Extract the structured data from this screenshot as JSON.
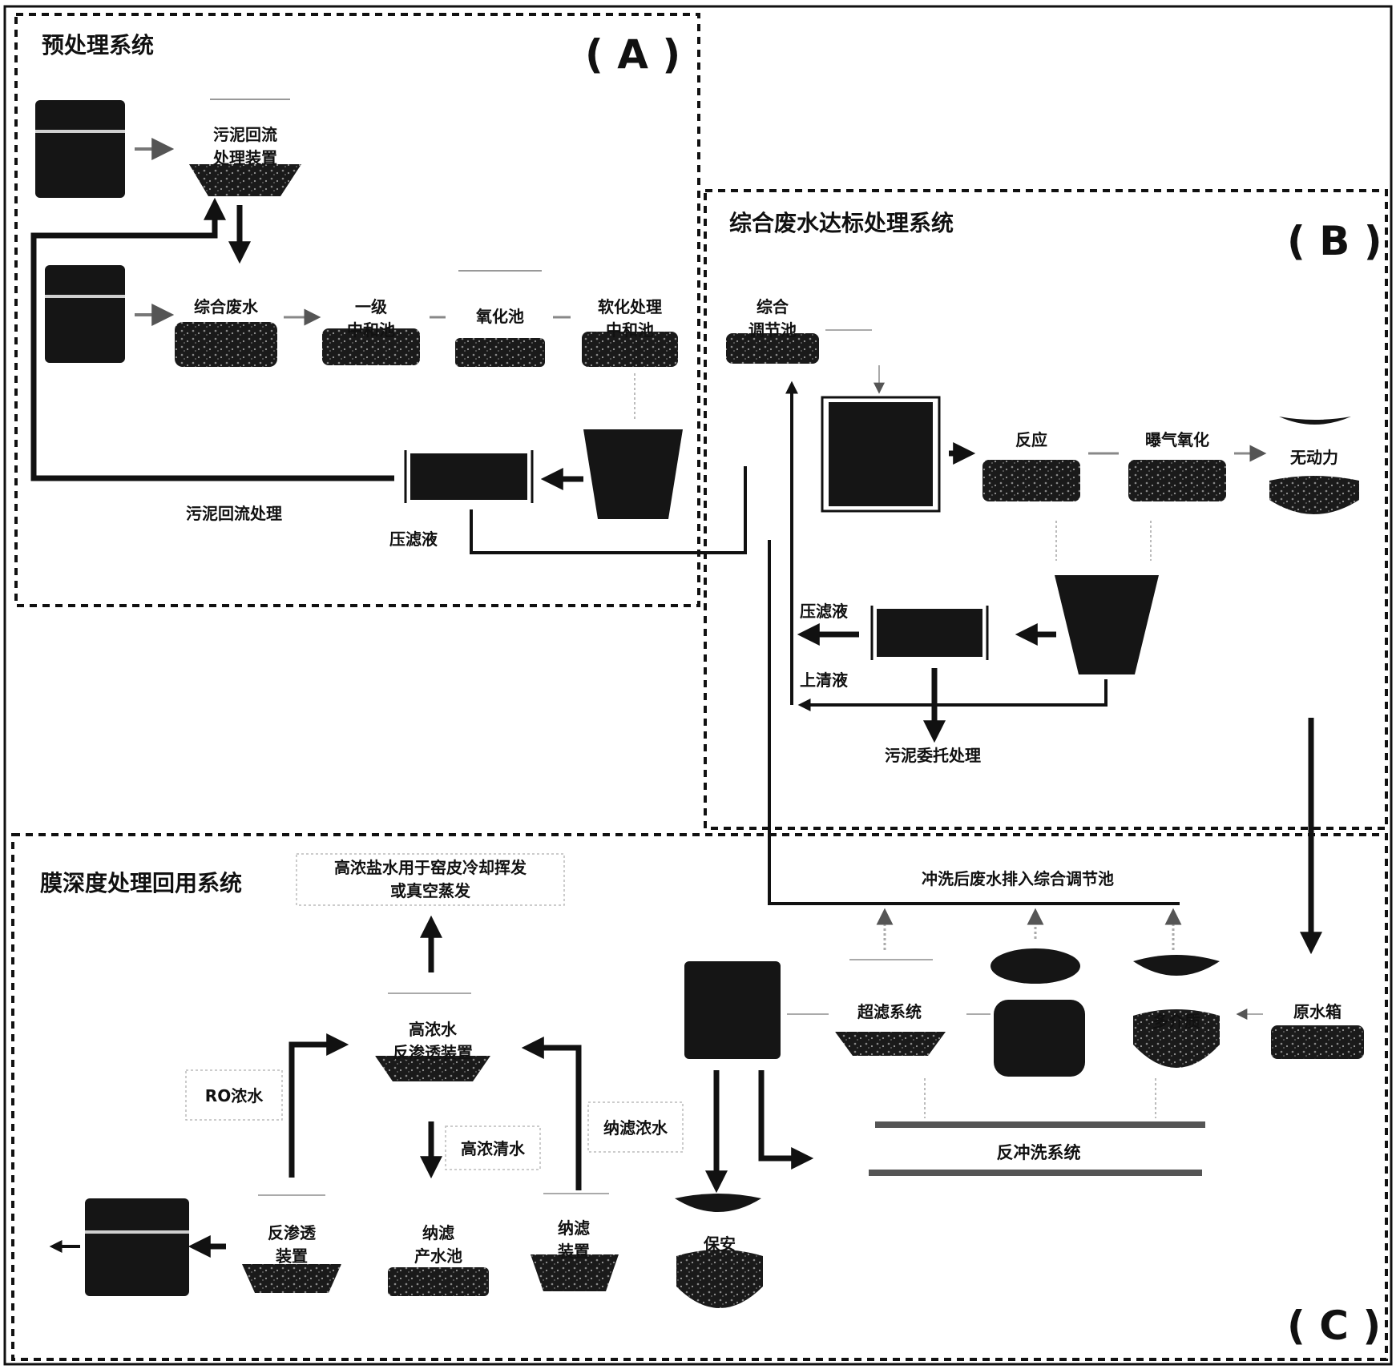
{
  "regions": {
    "a": {
      "title": "预处理系统",
      "tag": "( A )"
    },
    "b": {
      "title": "综合废水达标处理系统",
      "tag": "( B )"
    },
    "c": {
      "title": "膜深度处理回用系统",
      "tag": "( C )"
    }
  },
  "units_a": {
    "sludge_return_device_l1": "污泥回流",
    "sludge_return_device_l2": "处理装置",
    "wastewater_l1": "综合废水",
    "primary_neutral_l1": "一级",
    "primary_neutral_l2": "中和池",
    "oxidation_tank": "氧化池",
    "softening_l1": "软化处理",
    "softening_l2": "中和池"
  },
  "units_b": {
    "regulating_l1": "综合",
    "regulating_l2": "调节池",
    "reaction_l1": "反应",
    "aeration_l1": "曝气氧化",
    "unpowered_l1": "无动力"
  },
  "units_c": {
    "raw_water_tank": "原水箱",
    "multimedia": "多介质",
    "uf_system": "超滤系统",
    "backwash_system": "反冲洗系统",
    "security": "保安",
    "nf_device_l1": "纳滤",
    "nf_device_l2": "装置",
    "nf_product_l1": "纳滤",
    "nf_product_l2": "产水池",
    "ro_device_l1": "反渗透",
    "ro_device_l2": "装置",
    "hc_ro_l1": "高浓水",
    "hc_ro_l2": "反渗透装置"
  },
  "labels": {
    "sludge_return_treatment": "污泥回流处理",
    "filtrate_a": "压滤液",
    "filtrate_b": "压滤液",
    "supernatant": "上清液",
    "sludge_outsourced": "污泥委托处理",
    "flush_return": "冲洗后废水排入综合调节池",
    "brine_l1": "高浓盐水用于窑皮冷却挥发",
    "brine_l2": "或真空蒸发",
    "ro_concentrate": "RO浓水",
    "hc_clear_water": "高浓清水",
    "nf_concentrate": "纳滤浓水"
  },
  "colors": {
    "ink": "#111111",
    "paper": "#ffffff"
  }
}
